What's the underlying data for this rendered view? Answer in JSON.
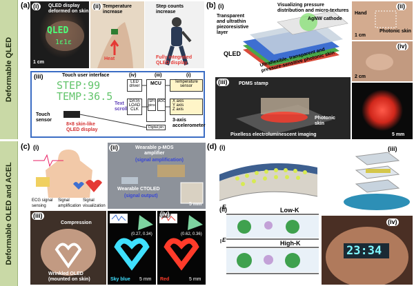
{
  "side": {
    "top": "Deformable QLED",
    "bottom": "Deformable OLED and ACEL"
  },
  "labels": {
    "a": "(a)",
    "b": "(b)",
    "c": "(c)",
    "d": "(d)"
  },
  "a": {
    "sub1": "(i)",
    "sub2": "(ii)",
    "sub3": "(iii)",
    "title_i": "QLED display\ndeformed on skin",
    "scale_i": "1 cm",
    "temp_increase": "Temperature\nincrease",
    "step_increase": "Step counts\nincrease",
    "heat": "Heat",
    "fully": "Fully integrated\nQLED display",
    "touch_ui": "Touch user interface",
    "step_text": "STEP:99",
    "temp_text": "TEMP:36.5",
    "text_scrolling": "Text\nscrolling",
    "touch_sensor": "Touch\nsensor",
    "skin_display": "8×8 skin-like\nQLED display",
    "led_driver": "LED\ndriver",
    "mcu": "MCU",
    "temp_sensor": "Temperature\nsensor",
    "data_load_clk": "DATA\nLOAD\nCLK",
    "spi_pins": "SPI\npins",
    "adc": "ADC",
    "digital_pin": "Digital pin",
    "axes": "X axis\nY axis\nZ axis",
    "accel": "3-axis\naccelerometer",
    "roman_iv": "(iv)",
    "roman_iii": "(iii)",
    "roman_i": "(i)"
  },
  "b": {
    "sub1": "(i)",
    "sub2": "(ii)",
    "sub3": "(iii)",
    "sub4": "(iv)",
    "transparent": "Transparent\nand ultrathin\npiezoresistive\nlayer",
    "visualizing": "Visualizing pressure\ndistribution and micro-textures",
    "agnw": "AgNW cathode",
    "qled": "QLED",
    "ultraflexible": "Ultraflexible, transparent and\npressure-sensitive photonic skin",
    "hand": "Hand",
    "photonic_skin": "Photonic skin",
    "scale_1cm": "1 cm",
    "scale_2cm": "2 cm",
    "pdms": "PDMS stamp",
    "photonic": "Photonic\nskin",
    "pixelless": "Pixelless electroluminescent imaging",
    "scale_5mm": "5 mm"
  },
  "c": {
    "sub1": "(i)",
    "sub2": "(ii)",
    "sub3": "(iii)",
    "sub4": "(iv)",
    "pmos": "Wearable p-MOS\namplifier",
    "signal_amp": "(signal amplification)",
    "ctoled": "Wearable CTOLED",
    "signal_out": "(signal output)",
    "scale_5mm": "5 mm",
    "ecg": "ECG signal\nsensing",
    "signal_amplification": "Signal\namplification",
    "signal_visual": "Signal\nvisualization",
    "compression": "Compression",
    "wrinkled": "Wrinkled OLED\n(mounted on skin)",
    "coord_blue": "(0.27, 0.34)",
    "coord_red": "(0.62, 0.36)",
    "sky_blue": "Sky blue",
    "red": "Red",
    "scale_blue": "5 mm",
    "scale_red": "5 mm"
  },
  "d": {
    "sub1": "(i)",
    "sub2": "(ii)",
    "sub3": "(iii)",
    "sub4": "(iv)",
    "low_k": "Low-K",
    "high_k": "High-K",
    "e1": "E",
    "e2": "E",
    "clock": "23:34"
  },
  "colors": {
    "band": "#c9d9a6",
    "frame_blue": "#3a6cc4",
    "qled_green": "#4cff7a",
    "led_red": "#ff3b2a",
    "sky_blue": "#3fe0ff",
    "clock_cyan": "#7ff7ff"
  }
}
